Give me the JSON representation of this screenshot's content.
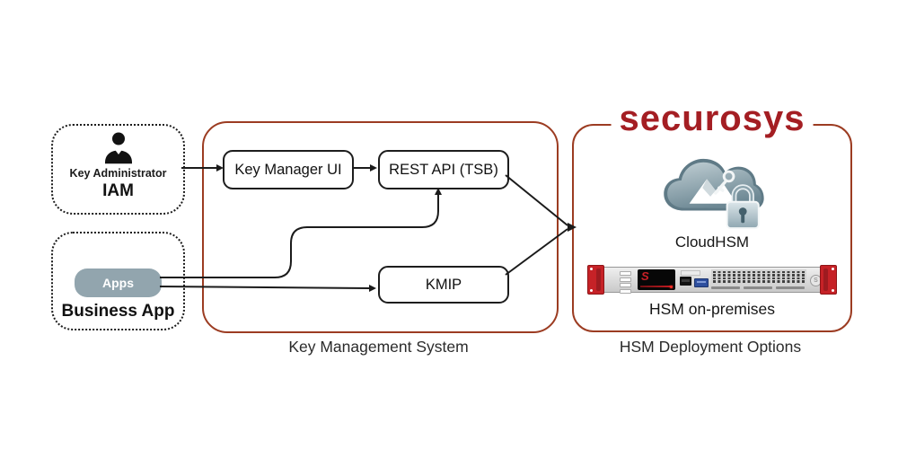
{
  "group_labels": {
    "kms": "Key Management System",
    "hsm": "HSM Deployment Options"
  },
  "actors": {
    "key_admin": {
      "name": "Key Administrator",
      "system": "IAM"
    },
    "business_app": {
      "button": "Apps",
      "name": "Business App"
    }
  },
  "kms_nodes": {
    "key_manager_ui": "Key Manager UI",
    "rest_api": "REST API (TSB)",
    "kmip": "KMIP"
  },
  "hsm_options": {
    "brand": "securosys",
    "cloud_label": "CloudHSM",
    "on_premises_label": "HSM on-premises",
    "appliance": {
      "screen_glyph": "S",
      "badge_glyph": "S"
    }
  },
  "icons": {
    "person": "person-icon",
    "cloud_lock": "cloud-lock-icon",
    "hsm_appliance": "hsm-appliance-image"
  },
  "colors": {
    "group_border_red": "#9c3c22",
    "brand_red": "#a41e23",
    "apps_pill_gray": "#92a5ae",
    "connector_black": "#1b1b1b",
    "cloud_steel": "#7d95a0"
  }
}
